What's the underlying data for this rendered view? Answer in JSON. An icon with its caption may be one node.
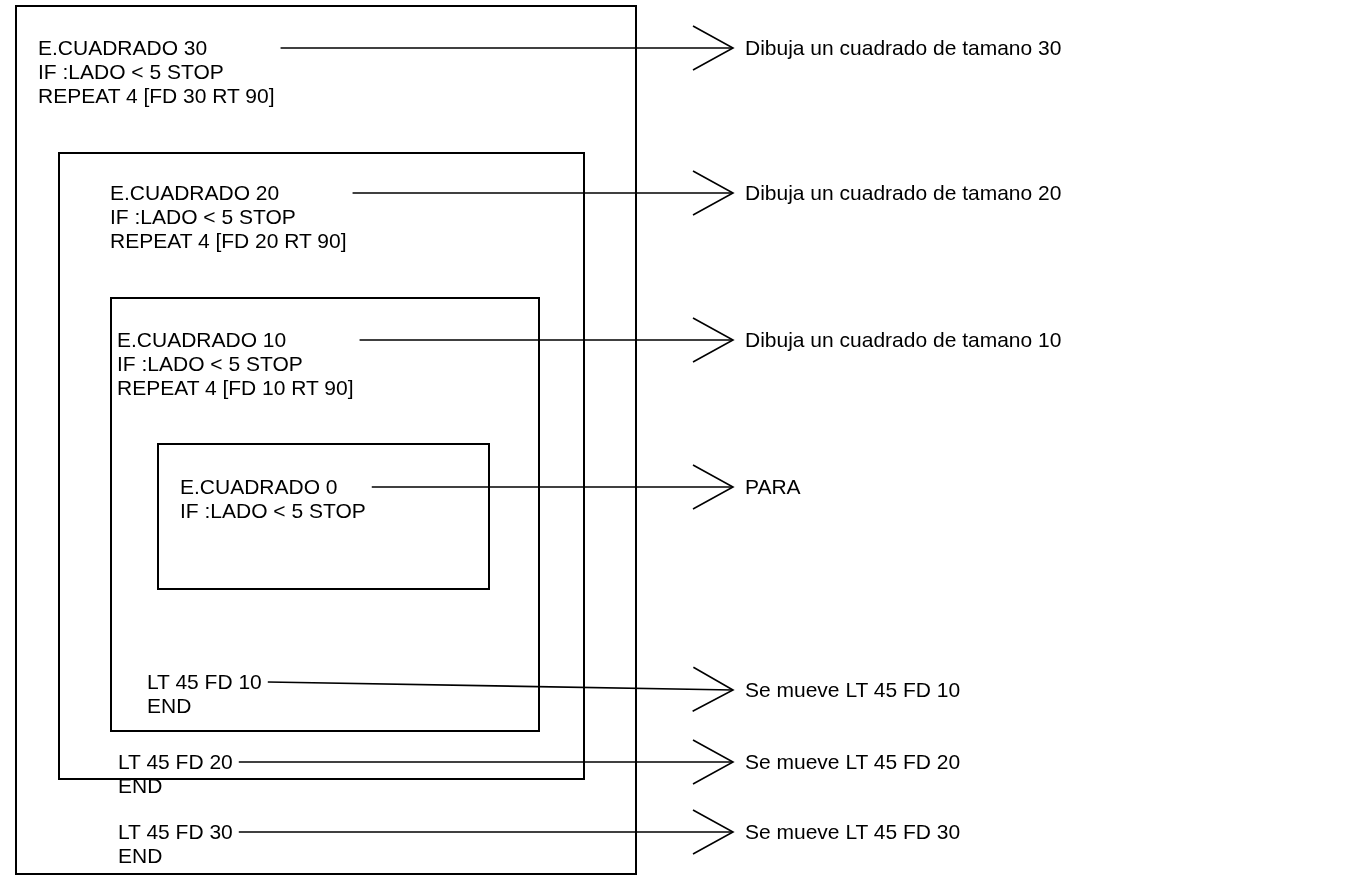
{
  "diagram": {
    "nodes": [
      {
        "text": [],
        "shape": "box"
      },
      {
        "text": [
          "E.CUADRADO 30",
          "IF :LADO < 5 STOP",
          "REPEAT 4 [FD 30 RT 90]"
        ],
        "in": 0
      },
      {
        "text": [],
        "shape": "box",
        "in": 0
      },
      {
        "text": [
          "E.CUADRADO 20",
          "IF :LADO < 5 STOP",
          "REPEAT 4 [FD 20 RT 90]"
        ],
        "in": 2
      },
      {
        "text": [],
        "shape": "box",
        "in": 2
      },
      {
        "text": [
          "E.CUADRADO 10",
          "IF :LADO < 5 STOP",
          "REPEAT 4 [FD 10 RT 90]"
        ],
        "in": 4
      },
      {
        "text": [],
        "shape": "box",
        "in": 4
      },
      {
        "text": [
          "E.CUADRADO 0",
          "IF :LADO < 5 STOP"
        ],
        "in": 6
      },
      {
        "text": [
          "LT 45 FD 10",
          "END"
        ],
        "in": 4
      },
      {
        "text": [
          "LT 45 FD 20",
          "END"
        ],
        "in": 2
      },
      {
        "text": [
          "LT 45 FD 30",
          "END"
        ],
        "in": 0
      },
      {
        "text": [
          "Dibuja un cuadrado de tamano 30"
        ]
      },
      {
        "text": [
          "Dibuja un cuadrado de tamano 20"
        ]
      },
      {
        "text": [
          "Dibuja un cuadrado de tamano 10"
        ]
      },
      {
        "text": [
          "PARA"
        ]
      },
      {
        "text": [
          "Se mueve LT 45 FD 10"
        ]
      },
      {
        "text": [
          "Se mueve LT 45 FD 20"
        ]
      },
      {
        "text": [
          "Se mueve LT 45 FD 30"
        ]
      }
    ],
    "edges": [
      {
        "from": 1,
        "to": 11,
        "arrow": "to"
      },
      {
        "from": 3,
        "to": 12,
        "arrow": "to"
      },
      {
        "from": 5,
        "to": 13,
        "arrow": "to"
      },
      {
        "from": 7,
        "to": 14,
        "arrow": "to"
      },
      {
        "from": 8,
        "to": 15,
        "arrow": "to"
      },
      {
        "from": 9,
        "to": 16,
        "arrow": "to"
      },
      {
        "from": 10,
        "to": 17,
        "arrow": "to"
      }
    ]
  }
}
